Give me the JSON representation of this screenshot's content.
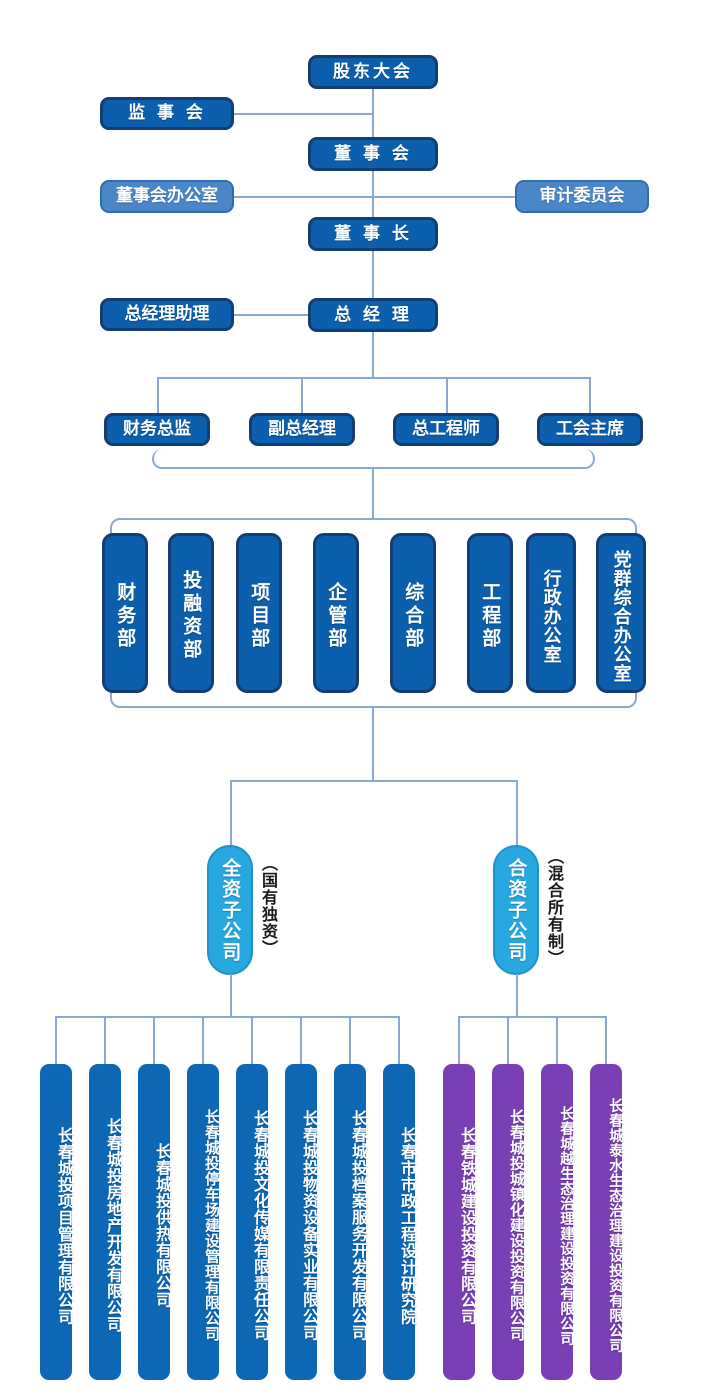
{
  "title": "公司组织架构图",
  "colors": {
    "box_blue": "#0c5fad",
    "box_blue_border": "#123e74",
    "box_light_blue": "#4a87c8",
    "pill_cyan": "#27a8e0",
    "subsidiary_blue": "#0c67b5",
    "subsidiary_purple": "#7b3fb5",
    "connector": "#8aa9d0"
  },
  "governance": {
    "shareholders_meeting": "股东大会",
    "board_of_supervisors": "监 事 会",
    "board_of_directors": "董 事 会",
    "board_office": "董事会办公室",
    "audit_committee": "审计委员会",
    "chairman": "董 事 长",
    "gm_assistant": "总经理助理",
    "general_manager": "总 经 理"
  },
  "executives": [
    {
      "label": "财务总监"
    },
    {
      "label": "副总经理"
    },
    {
      "label": "总工程师"
    },
    {
      "label": "工会主席"
    }
  ],
  "departments": [
    {
      "label": "财务部"
    },
    {
      "label": "投融资部"
    },
    {
      "label": "项目部"
    },
    {
      "label": "企管部"
    },
    {
      "label": "综合部"
    },
    {
      "label": "工程部"
    },
    {
      "label": "行政办公室"
    },
    {
      "label": "党群综合办公室"
    }
  ],
  "groups": [
    {
      "key": "wholly_owned",
      "pill_label": "全资子公司",
      "annotation": "（国有独资）",
      "color": "blue",
      "companies": [
        {
          "label": "长春城投项目管理有限公司"
        },
        {
          "label": "长春城投房地产开发有限公司"
        },
        {
          "label": "长春城投供热有限公司"
        },
        {
          "label": "长春城投停车场建设管理有限公司"
        },
        {
          "label": "长春城投文化传媒有限责任公司"
        },
        {
          "label": "长春城投物资设备实业有限公司"
        },
        {
          "label": "长春城投档案服务开发有限公司"
        },
        {
          "label": "长春市市政工程设计研究院"
        }
      ]
    },
    {
      "key": "joint_venture",
      "pill_label": "合资子公司",
      "annotation": "（混合所有制）",
      "color": "purple",
      "companies": [
        {
          "label": "长春铁城建设投资有限公司"
        },
        {
          "label": "长春城投城镇化建设投资有限公司"
        },
        {
          "label": "长春城越生态治理建设投资有限公司"
        },
        {
          "label": "长春城泰水生态治理建设投资有限公司"
        }
      ]
    }
  ]
}
